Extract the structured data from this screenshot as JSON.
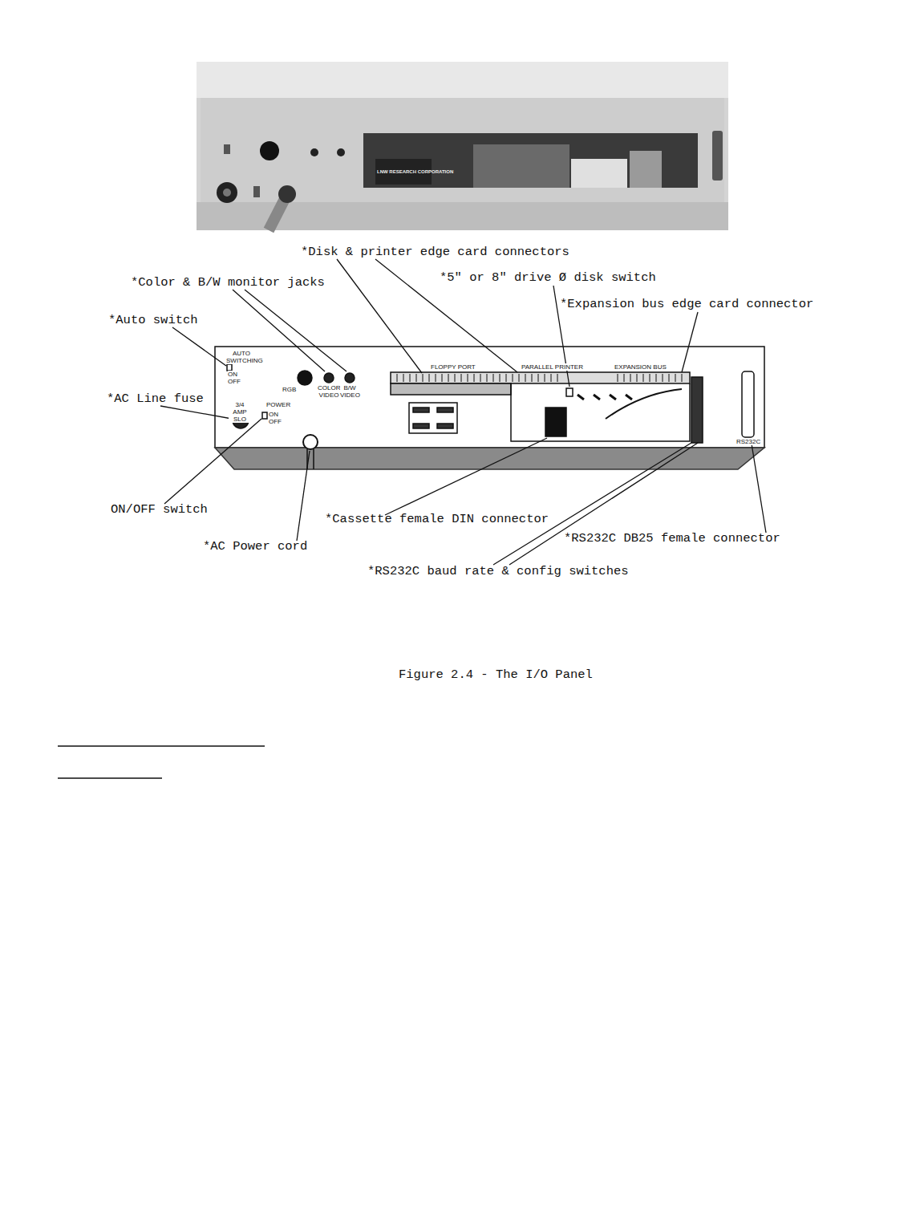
{
  "diagram": {
    "caption": "Figure 2.4 - The I/O Panel",
    "labels": [
      "LNW RESEARCH CORPORATION",
      "*Disk & printer edge card connectors",
      "*5\" or 8\" drive Ø disk switch",
      "*Color & B/W monitor jacks",
      "*Expansion bus edge card connector",
      "*Auto switch",
      "AUTO SWITCHING",
      "ON OFF",
      "RGB",
      "COLOR VIDEO",
      "B/W VIDEO",
      "FLOPPY PORT",
      "PARALLEL PRINTER",
      "EXPANSION BUS",
      "*AC Line fuse",
      "3/4 AMP SLO",
      "POWER",
      "ON OFF",
      "RS232C",
      "ON/OFF switch",
      "*Cassette female DIN connector",
      "*RS232C DB25 female connector",
      "*AC Power cord",
      "*RS232C baud rate & config switches"
    ]
  }
}
